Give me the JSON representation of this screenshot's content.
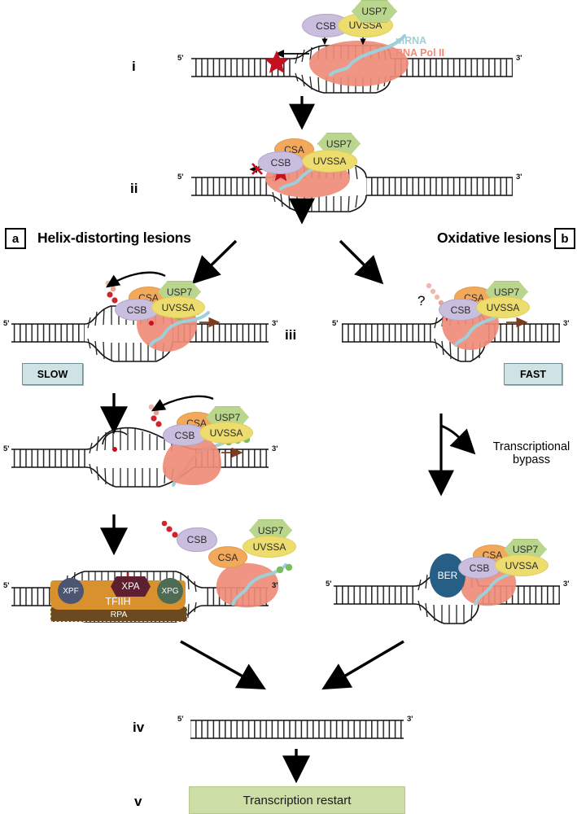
{
  "figure": {
    "type": "biological-pathway-diagram",
    "topic": "Transcription-coupled nucleotide excision repair (TC-NER) pathway",
    "background": "#ffffff"
  },
  "colors": {
    "rna_pol_ii": "#ef8b78",
    "mrna": "#9ed0da",
    "csb": "#c9bedd",
    "csa": "#f2a95c",
    "uvssa": "#ecdd6e",
    "usp7": "#b9d68c",
    "ber": "#265e86",
    "tfiih": "#d9912e",
    "rpa": "#6b4a1f",
    "xpa": "#5e2030",
    "xpf": "#4c5672",
    "xpg": "#4e6b53",
    "lesion_star": "#c4111f",
    "ubiquitin": "#d0232b",
    "speed_badge_bg": "#cfe3e5",
    "restart_bg": "#cddda6",
    "dna": "#111111"
  },
  "legend": {
    "mrna_label": "mRNA",
    "rna_pol_label": "RNA Pol II"
  },
  "steps": [
    {
      "id": "i",
      "roman": "i"
    },
    {
      "id": "ii",
      "roman": "ii"
    },
    {
      "id": "iii",
      "roman": "iii"
    },
    {
      "id": "iv",
      "roman": "iv"
    },
    {
      "id": "v",
      "roman": "v"
    }
  ],
  "panels": {
    "a": {
      "tag": "a",
      "title": "Helix-distorting lesions",
      "speed": "SLOW"
    },
    "b": {
      "tag": "b",
      "title": "Oxidative lesions",
      "speed": "FAST"
    }
  },
  "proteins": {
    "csb": "CSB",
    "csa": "CSA",
    "uvssa": "UVSSA",
    "usp7": "USP7",
    "ber": "BER",
    "tfiih": "TFIIH",
    "rpa": "RPA",
    "xpa": "XPA",
    "xpf": "XPF",
    "xpg": "XPG"
  },
  "dna_labels": {
    "five_prime": "5'",
    "three_prime": "3'"
  },
  "annotations": {
    "question_mark": "?",
    "transcriptional_bypass_line1": "Transcriptional",
    "transcriptional_bypass_line2": "bypass",
    "transcription_restart": "Transcription restart"
  }
}
